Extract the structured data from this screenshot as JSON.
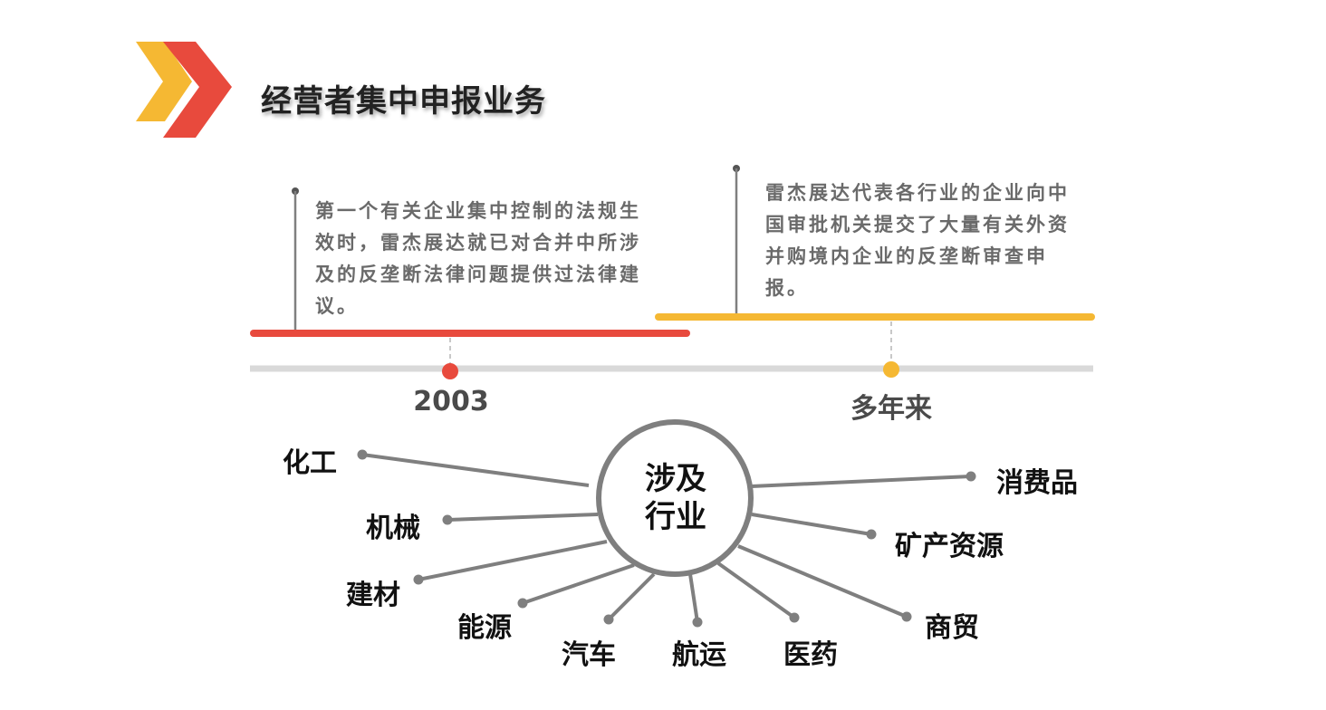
{
  "title": "经营者集中申报业务",
  "colors": {
    "red": "#e84a3d",
    "yellow": "#f5b833",
    "gray_line": "#7f7f7f",
    "track": "#d9d9d9"
  },
  "timeline": [
    {
      "year": "2003",
      "text": "第一个有关企业集中控制的法规生效时，雷杰展达就已对合并中所涉及的反垄断法律问题提供过法律建议。",
      "color": "#e84a3d"
    },
    {
      "year": "多年来",
      "text": "雷杰展达代表各行业的企业向中国审批机关提交了大量有关外资并购境内企业的反垄断审查申报。",
      "color": "#f5b833"
    }
  ],
  "hub": {
    "line1": "涉及",
    "line2": "行业"
  },
  "industries": [
    "化工",
    "机械",
    "建材",
    "能源",
    "汽车",
    "航运",
    "医药",
    "商贸",
    "矿产资源",
    "消费品"
  ]
}
